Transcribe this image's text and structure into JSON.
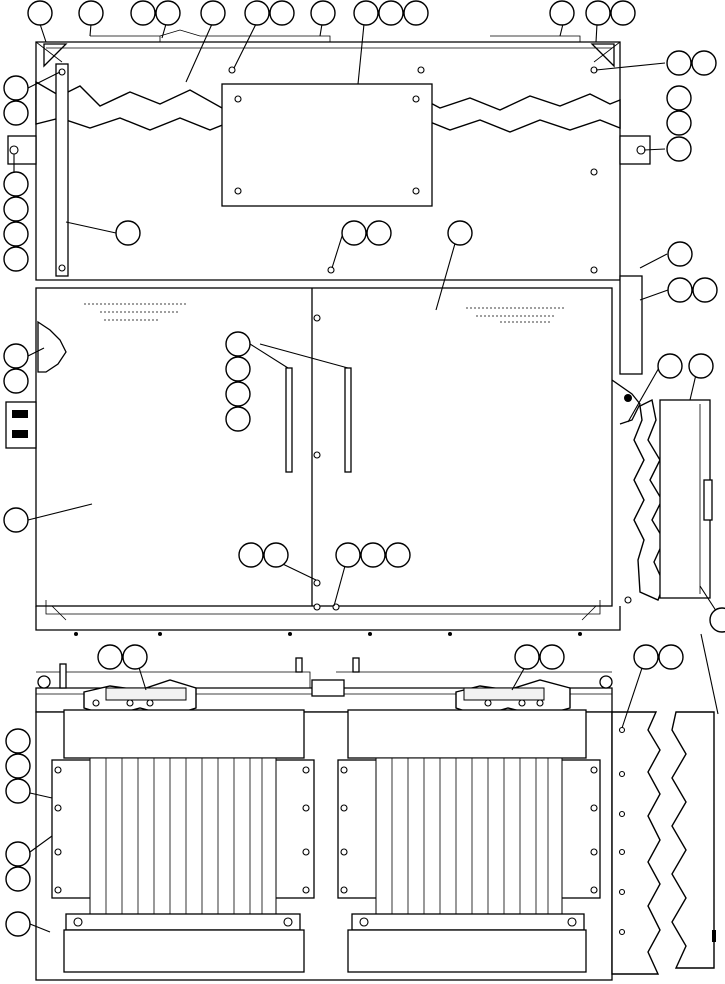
{
  "drawing": {
    "views": [
      {
        "id": "top",
        "description": ""
      },
      {
        "id": "front-detail",
        "description": ""
      }
    ],
    "callouts_count": 58
  }
}
